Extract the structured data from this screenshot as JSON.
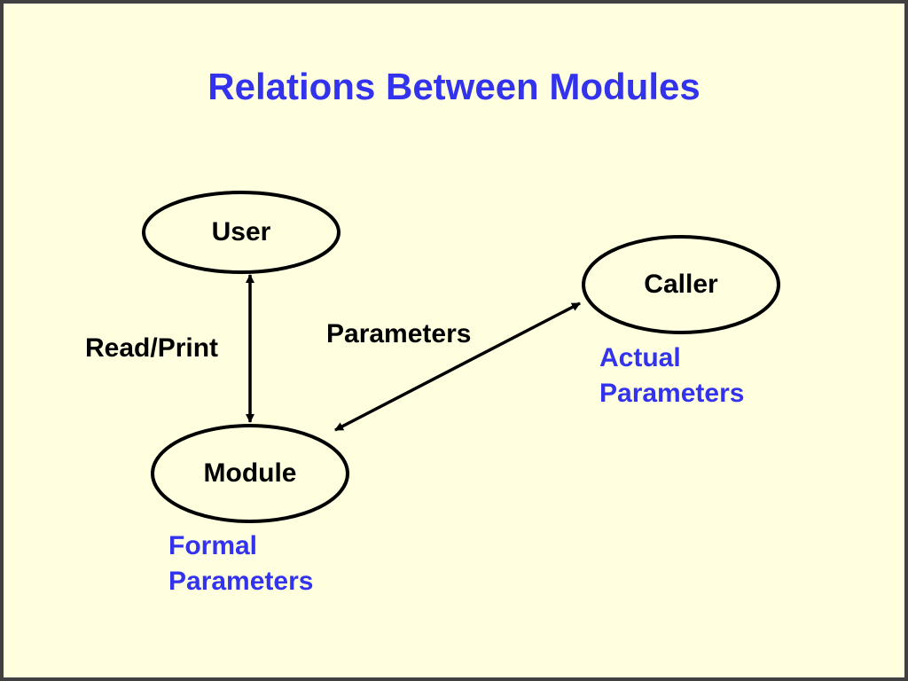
{
  "title": "Relations Between Modules",
  "nodes": {
    "user": "User",
    "caller": "Caller",
    "module": "Module"
  },
  "edges": {
    "user_module": "Read/Print",
    "caller_module": "Parameters"
  },
  "notes": {
    "actual": [
      "Actual",
      "Parameters"
    ],
    "formal": [
      "Formal",
      "Parameters"
    ]
  },
  "colors": {
    "background": "#ffffe0",
    "title": "#3333ee",
    "annotation": "#3333ee",
    "stroke": "#000000",
    "frame": "#404040"
  }
}
